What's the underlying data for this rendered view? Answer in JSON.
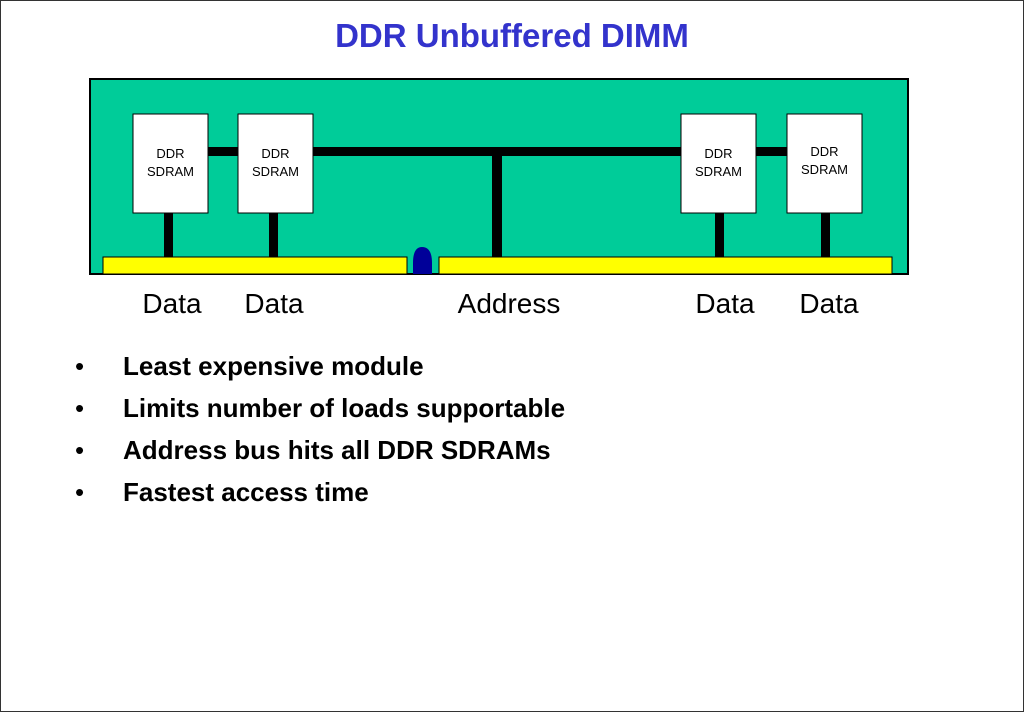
{
  "title": "DDR Unbuffered DIMM",
  "diagram": {
    "chip_label_line1": "DDR",
    "chip_label_line2": "SDRAM",
    "chips": [
      {
        "line1": "DDR",
        "line2": "SDRAM"
      },
      {
        "line1": "DDR",
        "line2": "SDRAM"
      },
      {
        "line1": "DDR",
        "line2": "SDRAM"
      },
      {
        "line1": "DDR",
        "line2": "SDRAM"
      }
    ],
    "bus_labels": [
      "Data",
      "Data",
      "Address",
      "Data",
      "Data"
    ],
    "colors": {
      "board": "#00cc99",
      "connector": "#ffff00",
      "key_notch": "#000099",
      "trace": "#000000",
      "chip_fill": "#ffffff",
      "title": "#3333cc"
    }
  },
  "bullets": [
    "Least expensive module",
    "Limits number of loads supportable",
    "Address bus hits all DDR SDRAMs",
    "Fastest access time"
  ]
}
